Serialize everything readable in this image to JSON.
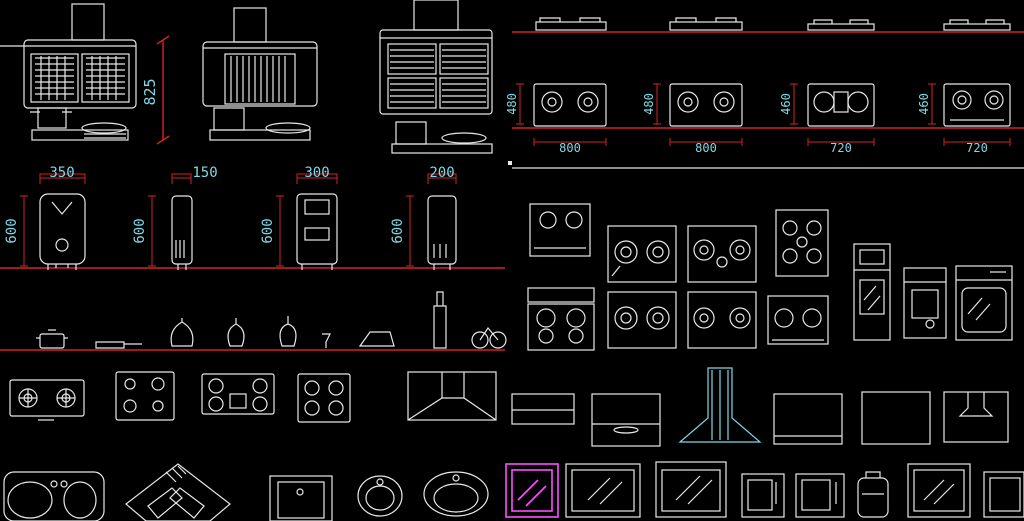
{
  "colors": {
    "background": "#000000",
    "linework": "#e8e8e8",
    "dimension_text": "#7fd8e6",
    "dimension_lines": "#d2232a",
    "highlight": "#ff4dff"
  },
  "dimensions": {
    "hood_height": "825",
    "heater_width_1": "350",
    "heater_width_2": "150",
    "heater_width_3": "300",
    "heater_width_4": "200",
    "heater_height_1": "600",
    "heater_height_2": "600",
    "heater_height_3": "600",
    "heater_height_4": "600",
    "hob_height_1": "480",
    "hob_height_2": "480",
    "hob_height_3": "460",
    "hob_height_4": "460",
    "hob_width_1": "800",
    "hob_width_2": "800",
    "hob_width_3": "720",
    "hob_width_4": "720"
  },
  "symbols": [
    "range-hood-front",
    "range-hood-side",
    "range-hood-glass",
    "water-heater",
    "gas-hob",
    "kitchen-sink",
    "microwave",
    "oven",
    "fridge",
    "rice-cooker"
  ]
}
